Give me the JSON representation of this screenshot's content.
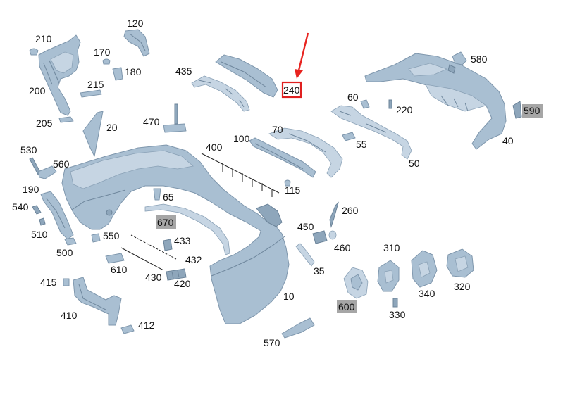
{
  "labels": {
    "l210": "210",
    "l120": "120",
    "l170": "170",
    "l180": "180",
    "l200": "200",
    "l215": "215",
    "l205": "205",
    "l20": "20",
    "l435": "435",
    "l240": "240",
    "l580": "580",
    "l60": "60",
    "l220": "220",
    "l590": "590",
    "l40": "40",
    "l470": "470",
    "l70": "70",
    "l100": "100",
    "l400": "400",
    "l55": "55",
    "l50": "50",
    "l530": "530",
    "l560": "560",
    "l190": "190",
    "l540": "540",
    "l65": "65",
    "l115": "115",
    "l260": "260",
    "l670": "670",
    "l510": "510",
    "l550": "550",
    "l450": "450",
    "l460": "460",
    "l500": "500",
    "l433": "433",
    "l310": "310",
    "l432": "432",
    "l35": "35",
    "l610": "610",
    "l430": "430",
    "l420": "420",
    "l340": "340",
    "l320": "320",
    "l415": "415",
    "l10": "10",
    "l600": "600",
    "l410": "410",
    "l330": "330",
    "l412": "412",
    "l570": "570"
  },
  "highlighted_label_color": "#a6a6a6",
  "selected_label_color": "#e02020",
  "part_color": "#a9bfd2"
}
